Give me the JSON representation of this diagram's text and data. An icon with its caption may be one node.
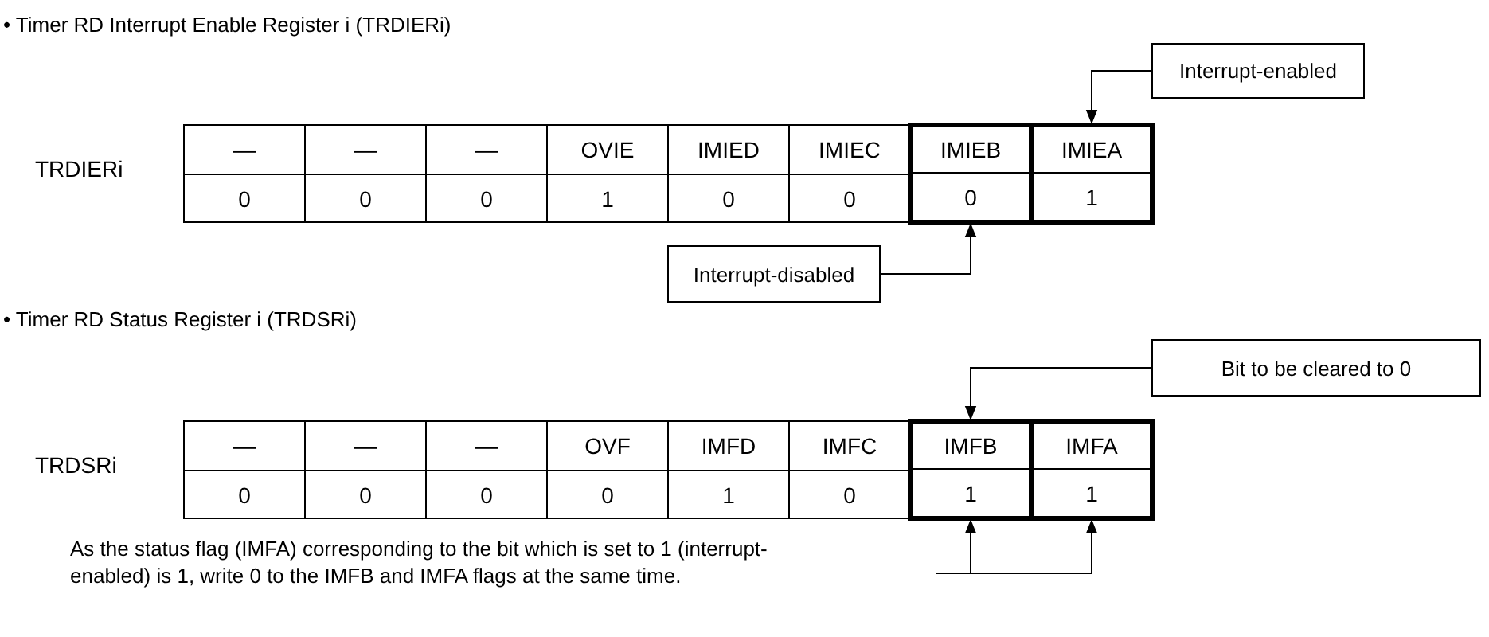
{
  "diagram": {
    "nodes": [
      {
        "text": [
          "Interrupt-enabled"
        ]
      },
      {
        "text": [],
        "shape": "box"
      },
      {
        "text": [],
        "shape": "box"
      },
      {
        "text": [
          "Interrupt-disabled"
        ]
      },
      {
        "text": [
          "Bit to be cleared to 0"
        ]
      },
      {
        "text": [],
        "shape": "box"
      },
      {
        "text": [],
        "shape": "box"
      }
    ],
    "edges": [
      {
        "from": 0,
        "to": 1,
        "arrow": "to"
      },
      {
        "from": 3,
        "to": 2,
        "arrow": "to"
      },
      {
        "from": 4,
        "to": 5,
        "arrow": "to"
      },
      {
        "from": null,
        "to": 5,
        "arrow": "to"
      },
      {
        "from": null,
        "to": 6,
        "arrow": "to"
      }
    ],
    "labels": [
      "• Timer RD Interrupt Enable Register i (TRDIERi)",
      "TRDIERi",
      "—",
      "—",
      "—",
      "OVIE",
      "IMIED",
      "IMIEC",
      "IMIEB",
      "IMIEA",
      "0",
      "0",
      "0",
      "1",
      "0",
      "0",
      "0",
      "1",
      "• Timer RD Status Register i (TRDSRi)",
      "TRDSRi",
      "—",
      "—",
      "—",
      "OVF",
      "IMFD",
      "IMFC",
      "IMFB",
      "IMFA",
      "0",
      "0",
      "0",
      "0",
      "1",
      "0",
      "1",
      "1",
      "As the status flag (IMFA) corresponding to the bit which is set to 1 (interrupt-enabled) is 1, write 0 to the IMFB and IMFA flags at the same time."
    ]
  }
}
